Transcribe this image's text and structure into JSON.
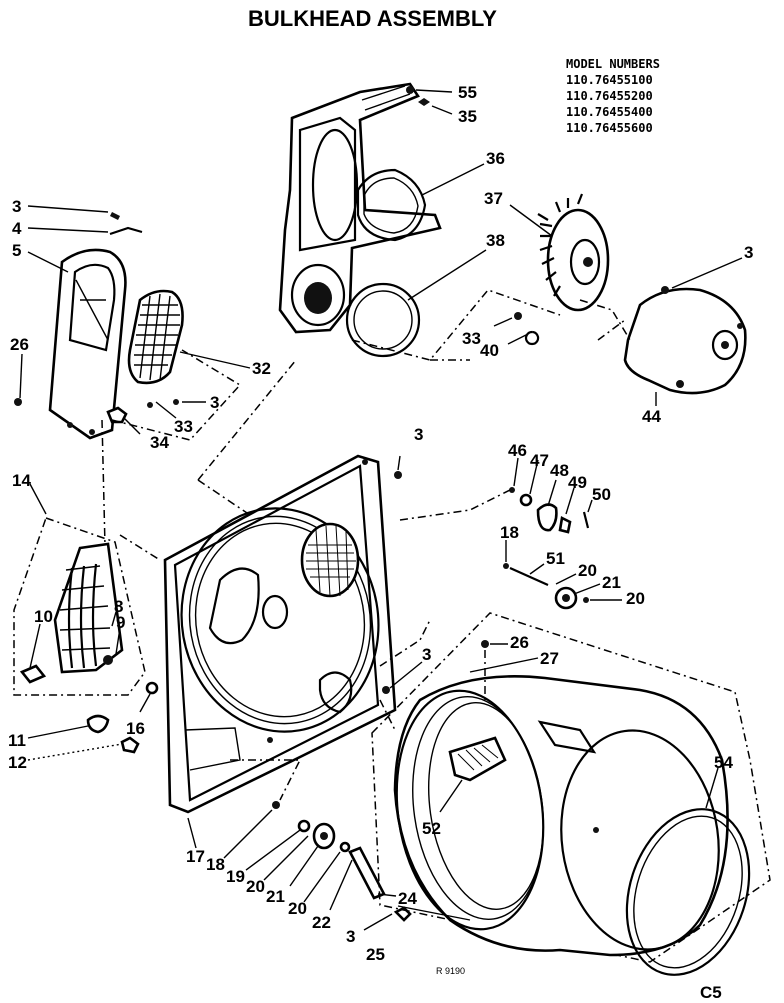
{
  "title": "BULKHEAD ASSEMBLY",
  "model_numbers": {
    "heading": "MODEL NUMBERS",
    "items": [
      "110.76455100",
      "110.76455200",
      "110.76455400",
      "110.76455600"
    ]
  },
  "part_labels": {
    "p55": "55",
    "p35": "35",
    "p36": "36",
    "p37": "37",
    "p38": "38",
    "p3_fan": "3",
    "p33_right": "33",
    "p40": "40",
    "p44": "44",
    "p3_top": "3",
    "p4": "4",
    "p5": "5",
    "p26_left": "26",
    "p32": "32",
    "p3_left": "3",
    "p33_left": "33",
    "p34": "34",
    "p14": "14",
    "p10": "10",
    "p8": "8",
    "p9": "9",
    "p11": "11",
    "p12": "12",
    "p16": "16",
    "p3_mid": "3",
    "p46": "46",
    "p47": "47",
    "p48": "48",
    "p49": "49",
    "p50": "50",
    "p18_right": "18",
    "p51": "51",
    "p20_a": "20",
    "p21_right": "21",
    "p20_b": "20",
    "p3_panel": "3",
    "p26_drum": "26",
    "p27": "27",
    "p52": "52",
    "p54": "54",
    "p17": "17",
    "p18_bottom": "18",
    "p19": "19",
    "p20_c": "20",
    "p21_bottom": "21",
    "p20_d": "20",
    "p22": "22",
    "p24": "24",
    "p3_bottom": "3",
    "p25": "25"
  },
  "footer": {
    "code": "R 9190",
    "corner": "C5"
  }
}
